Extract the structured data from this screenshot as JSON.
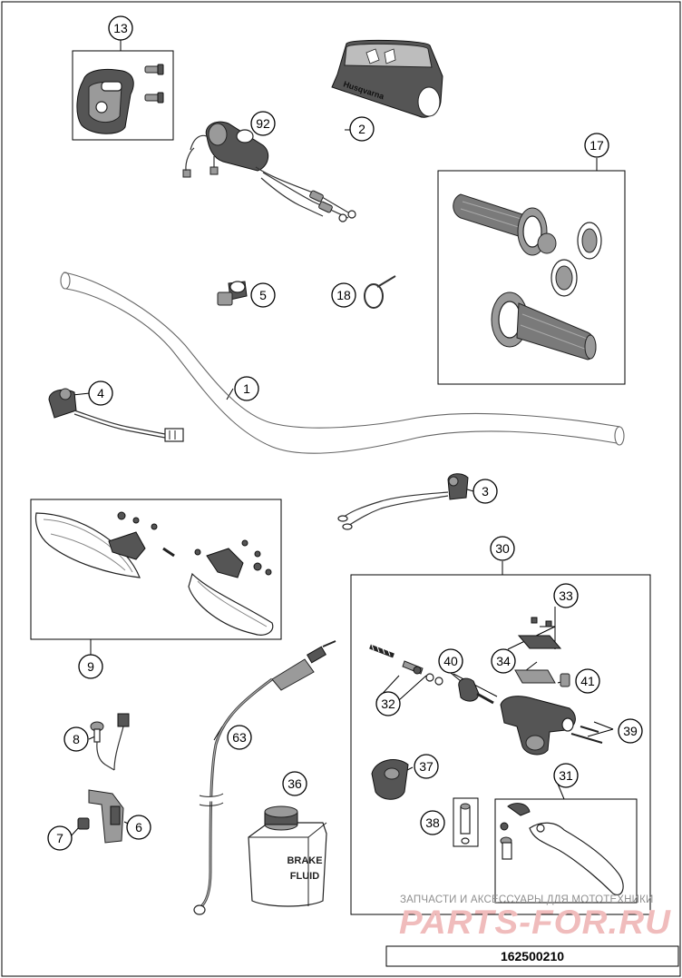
{
  "callouts": [
    {
      "key": "c1",
      "label": "1"
    },
    {
      "key": "c2",
      "label": "2"
    },
    {
      "key": "c3",
      "label": "3"
    },
    {
      "key": "c4",
      "label": "4"
    },
    {
      "key": "c5",
      "label": "5"
    },
    {
      "key": "c6",
      "label": "6"
    },
    {
      "key": "c7",
      "label": "7"
    },
    {
      "key": "c8",
      "label": "8"
    },
    {
      "key": "c9",
      "label": "9"
    },
    {
      "key": "c13",
      "label": "13"
    },
    {
      "key": "c17",
      "label": "17"
    },
    {
      "key": "c18",
      "label": "18"
    },
    {
      "key": "c30",
      "label": "30"
    },
    {
      "key": "c31",
      "label": "31"
    },
    {
      "key": "c32",
      "label": "32"
    },
    {
      "key": "c33",
      "label": "33"
    },
    {
      "key": "c34",
      "label": "34"
    },
    {
      "key": "c36",
      "label": "36"
    },
    {
      "key": "c37",
      "label": "37"
    },
    {
      "key": "c38",
      "label": "38"
    },
    {
      "key": "c39",
      "label": "39"
    },
    {
      "key": "c40",
      "label": "40"
    },
    {
      "key": "c41",
      "label": "41"
    },
    {
      "key": "c63",
      "label": "63"
    },
    {
      "key": "c92",
      "label": "92"
    }
  ],
  "bottle_label": {
    "line1": "BRAKE",
    "line2": "FLUID"
  },
  "pad_logo": "Husqvarna",
  "watermark": {
    "caption": "ЗАПЧАСТИ И АКСЕССУАРЫ ДЛЯ МОТОТЕХНИКИ",
    "brand": "PARTS-FOR.RU"
  },
  "document_id": "162500210"
}
